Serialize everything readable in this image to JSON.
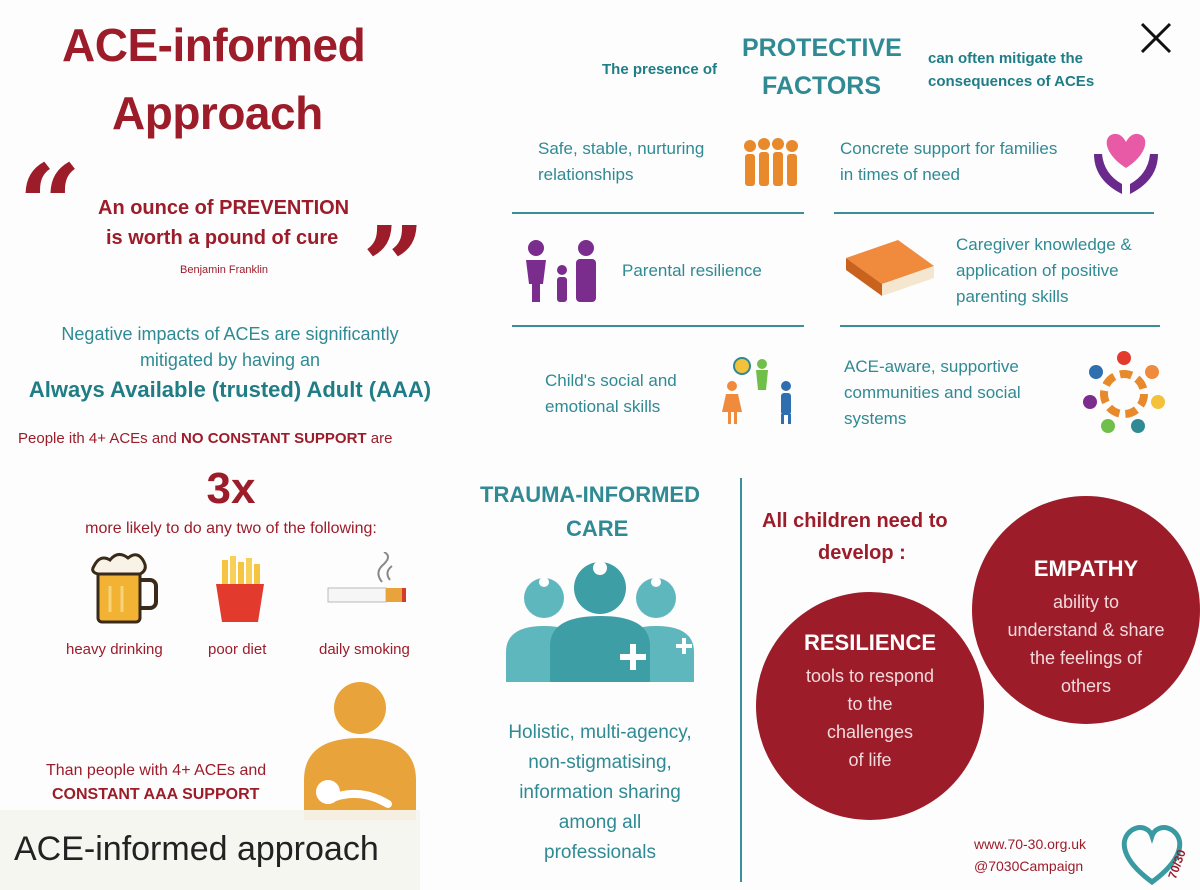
{
  "title": {
    "line1": "ACE-informed",
    "line2": "Approach"
  },
  "quote": {
    "line1": "An ounce of PREVENTION",
    "line2": "is worth a pound of cure",
    "author": "Benjamin Franklin"
  },
  "impacts": {
    "line1": "Negative impacts of ACEs are significantly",
    "line2": "mitigated by having an",
    "aaa": "Always Available (trusted) Adult (AAA)",
    "people_prefix": "People ",
    "people_middle": "ith 4+ ACEs and ",
    "people_bold": "NO CONSTANT SUPPORT",
    "people_suffix": " are",
    "multiplier": "3x",
    "more_likely": "more likely to do any two of the following:",
    "habits": [
      "heavy drinking",
      "poor diet",
      "daily smoking"
    ],
    "than_line1": "Than people with 4+ ACEs and",
    "than_line2": "CONSTANT AAA SUPPORT"
  },
  "caption": "ACE-informed approach",
  "protective": {
    "presence": "The presence of",
    "heading1": "PROTECTIVE",
    "heading2": "FACTORS",
    "mitigate1": "can often mitigate the",
    "mitigate2": "consequences of ACEs",
    "factors": [
      {
        "l1": "Safe, stable, nurturing",
        "l2": "relationships",
        "l3": ""
      },
      {
        "l1": "Concrete support for families",
        "l2": "in times of need",
        "l3": ""
      },
      {
        "l1": "Parental resilience",
        "l2": "",
        "l3": ""
      },
      {
        "l1": "Caregiver knowledge &",
        "l2": "application of positive",
        "l3": "parenting skills"
      },
      {
        "l1": "Child's social and",
        "l2": "emotional skills",
        "l3": ""
      },
      {
        "l1": "ACE-aware, supportive",
        "l2": "communities and social",
        "l3": "systems"
      }
    ]
  },
  "trauma": {
    "title1": "TRAUMA-INFORMED",
    "title2": "CARE",
    "lines": [
      "Holistic, multi-agency,",
      "non-stigmatising,",
      "information sharing",
      "among all",
      "professionals"
    ]
  },
  "children": {
    "line1": "All children need to",
    "line2": "develop :",
    "resilience": {
      "title": "RESILIENCE",
      "lines": [
        "tools to respond",
        "to the",
        "challenges",
        "of life"
      ]
    },
    "empathy": {
      "title": "EMPATHY",
      "lines": [
        "ability to",
        "understand & share",
        "the feelings of",
        "others"
      ]
    }
  },
  "footer": {
    "web": "www.70-30.org.uk",
    "twitter": "@7030Campaign",
    "logo_text": "70/30"
  },
  "colors": {
    "maroon": "#9c1c2a",
    "teal": "#2f8a94",
    "orange": "#e8a33a",
    "purple": "#6a2a8c"
  }
}
